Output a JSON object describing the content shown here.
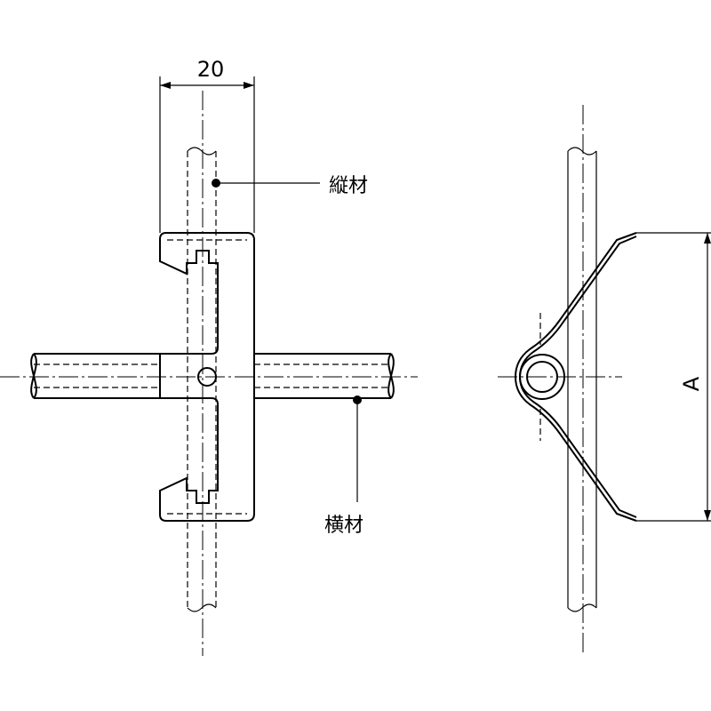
{
  "labels": {
    "width_dimension": "20",
    "vertical_member": "縦材",
    "horizontal_member": "横材",
    "dimension_a": "A"
  }
}
